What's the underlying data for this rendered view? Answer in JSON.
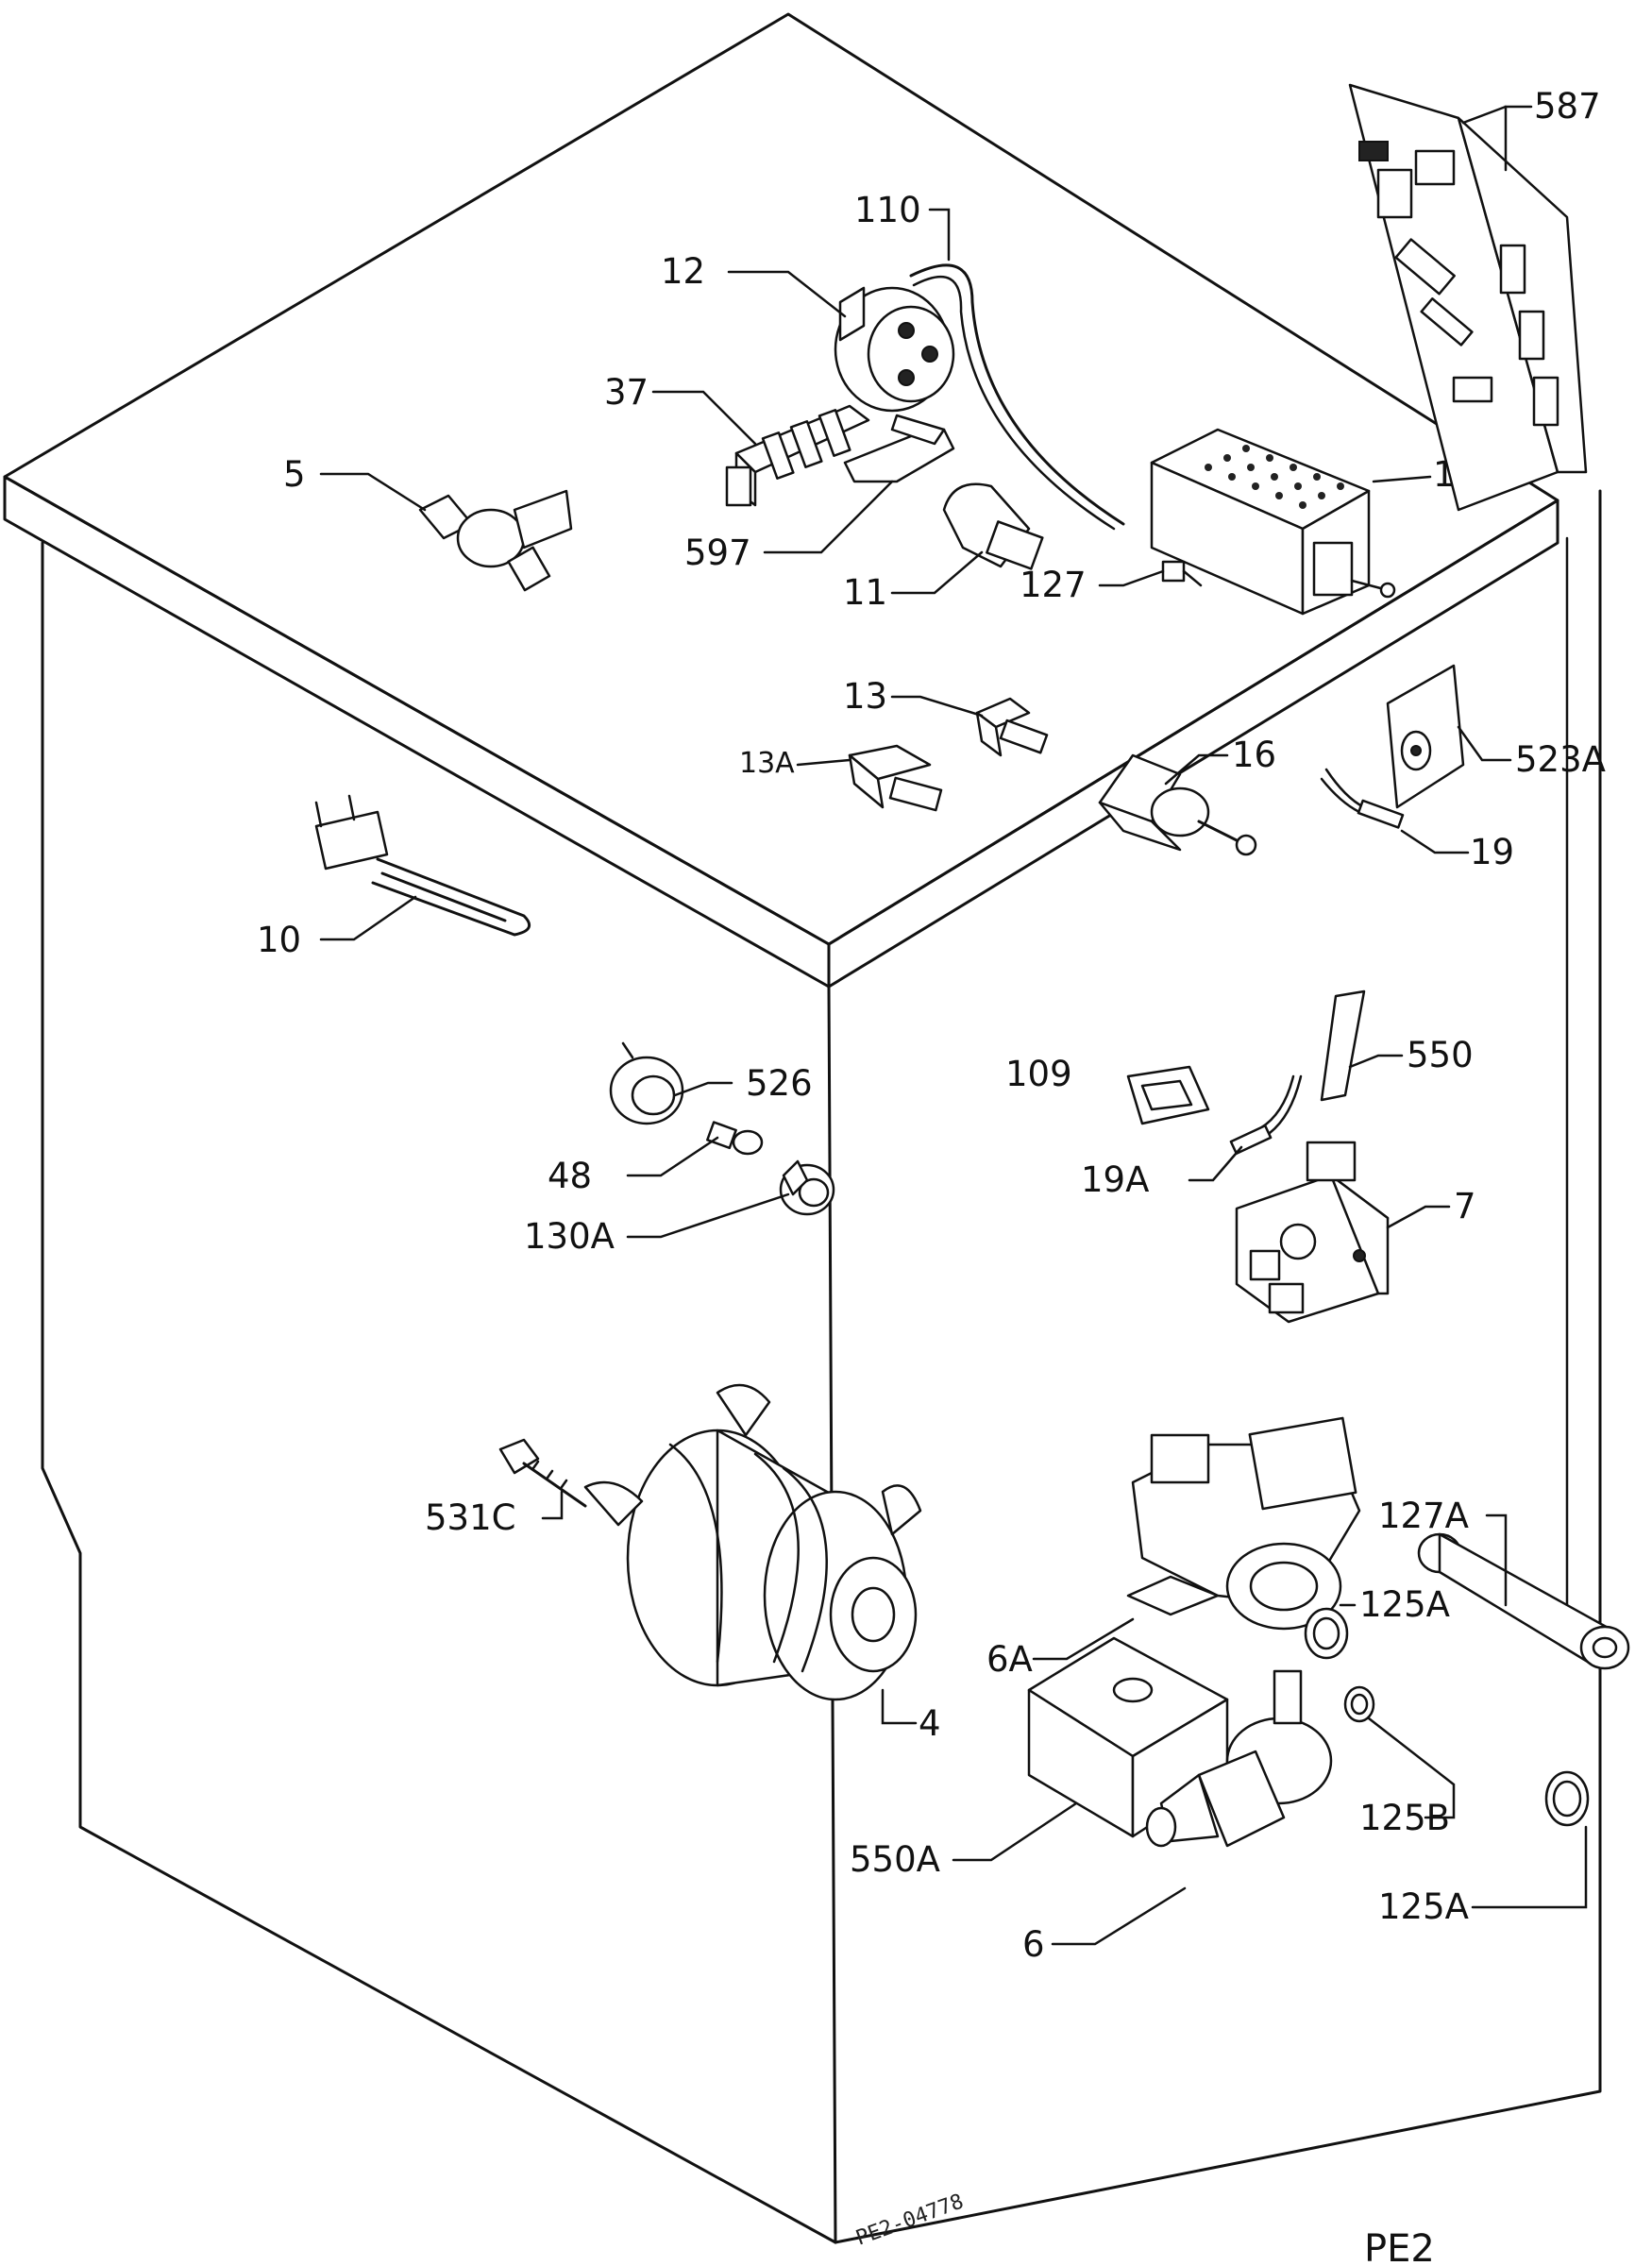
{
  "labels": {
    "l587": "587",
    "l110": "110",
    "l12": "12",
    "l37": "37",
    "l5": "5",
    "l597": "597",
    "l11": "11",
    "l1": "1",
    "l127": "127",
    "l13": "13",
    "l13a": "13A",
    "l16": "16",
    "l523a": "523A",
    "l19": "19",
    "l10": "10",
    "l526": "526",
    "l48": "48",
    "l130a": "130A",
    "l109": "109",
    "l550": "550",
    "l19a": "19A",
    "l7": "7",
    "l531c": "531C",
    "l4": "4",
    "l6a": "6A",
    "l127a": "127A",
    "l125a_upper": "125A",
    "l125b": "125B",
    "l550a": "550A",
    "l6": "6",
    "l125a_lower": "125A"
  },
  "drawing_code": "PE2-04778",
  "sheet_id": "PE2"
}
